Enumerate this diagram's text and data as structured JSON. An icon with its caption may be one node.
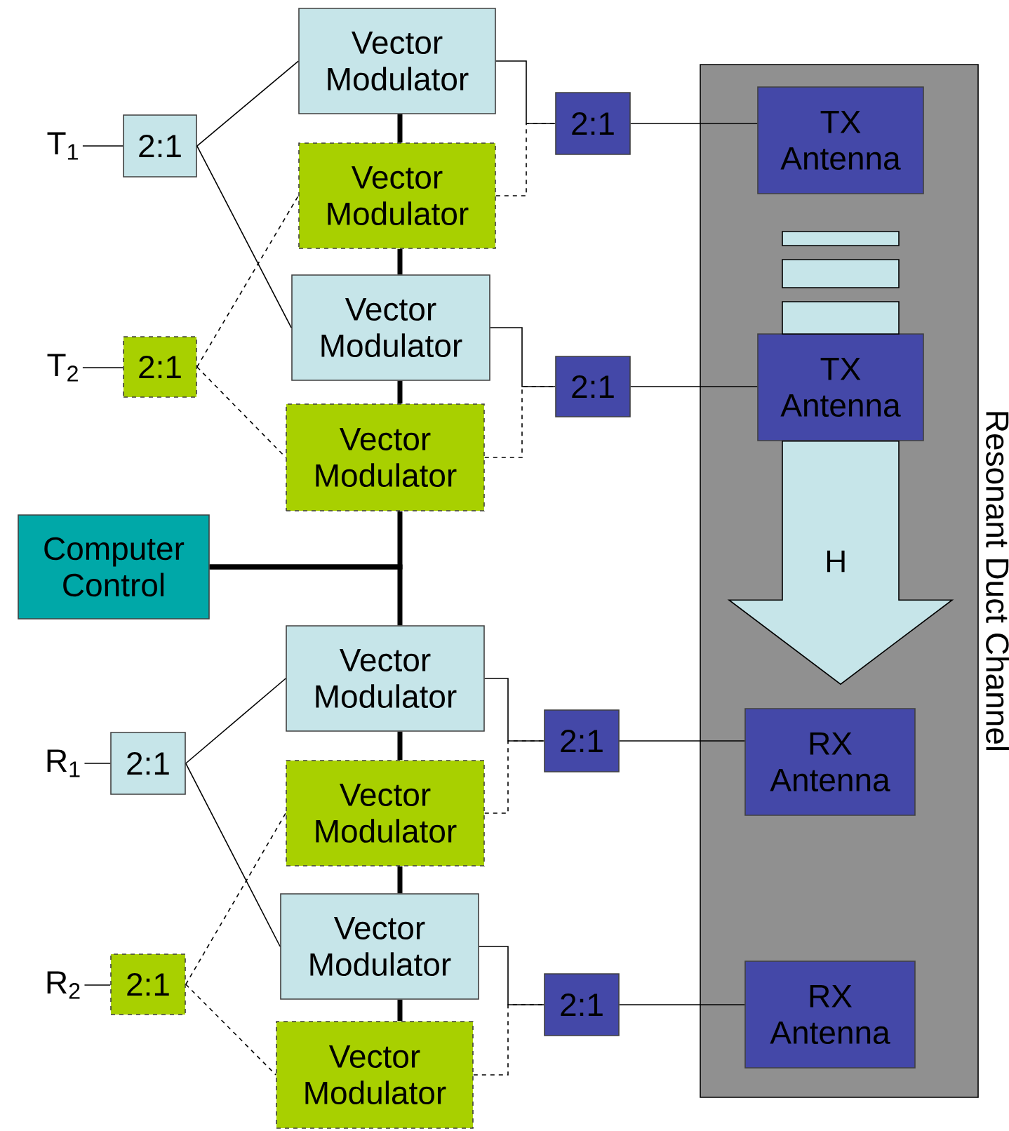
{
  "diagram": {
    "nodes": [
      {
        "text": [
          "T$_{1}$"
        ]
      },
      {
        "text": [
          "2:1"
        ]
      },
      {
        "text": [
          "Vector Modulator"
        ]
      },
      {
        "text": [
          "Vector Modulator"
        ]
      },
      {
        "text": [
          "2:1"
        ]
      },
      {
        "text": [
          "Resonant Duct Channel"
        ]
      },
      {
        "text": [
          "TX Antenna"
        ],
        "in": 5
      },
      {
        "text": [
          "T$_{2}$"
        ]
      },
      {
        "text": [
          "2:1"
        ]
      },
      {
        "text": [
          "Vector Modulator"
        ]
      },
      {
        "text": [
          "Vector Modulator"
        ]
      },
      {
        "text": [
          "2:1"
        ]
      },
      {
        "text": [
          "TX Antenna"
        ],
        "in": 5
      },
      {
        "text": [
          "Computer Control"
        ]
      },
      {
        "text": [
          "R$_{1}$"
        ]
      },
      {
        "text": [
          "2:1"
        ]
      },
      {
        "text": [
          "Vector Modulator"
        ]
      },
      {
        "text": [
          "Vector Modulator"
        ]
      },
      {
        "text": [
          "2:1"
        ]
      },
      {
        "text": [
          "RX Antenna"
        ],
        "in": 5
      },
      {
        "text": [
          "R$_{2}$"
        ]
      },
      {
        "text": [
          "2:1"
        ]
      },
      {
        "text": [
          "Vector Modulator"
        ]
      },
      {
        "text": [
          "Vector Modulator"
        ]
      },
      {
        "text": [
          "2:1"
        ]
      },
      {
        "text": [
          "RX Antenna"
        ],
        "in": 5
      }
    ],
    "edges": [
      {
        "from": 0,
        "to": 1,
        "arrow": "none"
      },
      {
        "from": 1,
        "to": 2,
        "arrow": "none"
      },
      {
        "from": 1,
        "to": 9,
        "arrow": "none"
      },
      {
        "from": 7,
        "to": 8,
        "arrow": "none"
      },
      {
        "from": 8,
        "to": 3,
        "arrow": "none",
        "style": "dashed"
      },
      {
        "from": 8,
        "to": 10,
        "arrow": "none",
        "style": "dashed"
      },
      {
        "from": 2,
        "to": 4,
        "arrow": "none"
      },
      {
        "from": 3,
        "to": 4,
        "arrow": "none",
        "style": "dashed"
      },
      {
        "from": 4,
        "to": 6,
        "arrow": "none"
      },
      {
        "from": 9,
        "to": 11,
        "arrow": "none"
      },
      {
        "from": 10,
        "to": 11,
        "arrow": "none",
        "style": "dashed"
      },
      {
        "from": 11,
        "to": 12,
        "arrow": "none"
      },
      {
        "from": 12,
        "to": 19,
        "arrow": "to",
        "label": "H",
        "style": "thick"
      },
      {
        "from": 14,
        "to": 15,
        "arrow": "none"
      },
      {
        "from": 15,
        "to": 16,
        "arrow": "none"
      },
      {
        "from": 15,
        "to": 22,
        "arrow": "none"
      },
      {
        "from": 20,
        "to": 21,
        "arrow": "none"
      },
      {
        "from": 21,
        "to": 17,
        "arrow": "none",
        "style": "dashed"
      },
      {
        "from": 21,
        "to": 23,
        "arrow": "none",
        "style": "dashed"
      },
      {
        "from": 16,
        "to": 18,
        "arrow": "none"
      },
      {
        "from": 17,
        "to": 18,
        "arrow": "none",
        "style": "dashed"
      },
      {
        "from": 18,
        "to": 19,
        "arrow": "none"
      },
      {
        "from": 22,
        "to": 24,
        "arrow": "none"
      },
      {
        "from": 23,
        "to": 24,
        "arrow": "none",
        "style": "dashed"
      },
      {
        "from": 24,
        "to": 25,
        "arrow": "none"
      },
      {
        "from": 2,
        "to": 3,
        "arrow": "none",
        "style": "thick"
      },
      {
        "from": 3,
        "to": 9,
        "arrow": "none",
        "style": "thick"
      },
      {
        "from": 9,
        "to": 10,
        "arrow": "none",
        "style": "thick"
      },
      {
        "from": 13,
        "to": 10,
        "arrow": "none",
        "style": "thick"
      },
      {
        "from": 13,
        "to": 16,
        "arrow": "none",
        "style": "thick"
      },
      {
        "from": 16,
        "to": 17,
        "arrow": "none",
        "style": "thick"
      },
      {
        "from": 17,
        "to": 22,
        "arrow": "none",
        "style": "thick"
      },
      {
        "from": 22,
        "to": 23,
        "arrow": "none",
        "style": "thick"
      }
    ]
  }
}
